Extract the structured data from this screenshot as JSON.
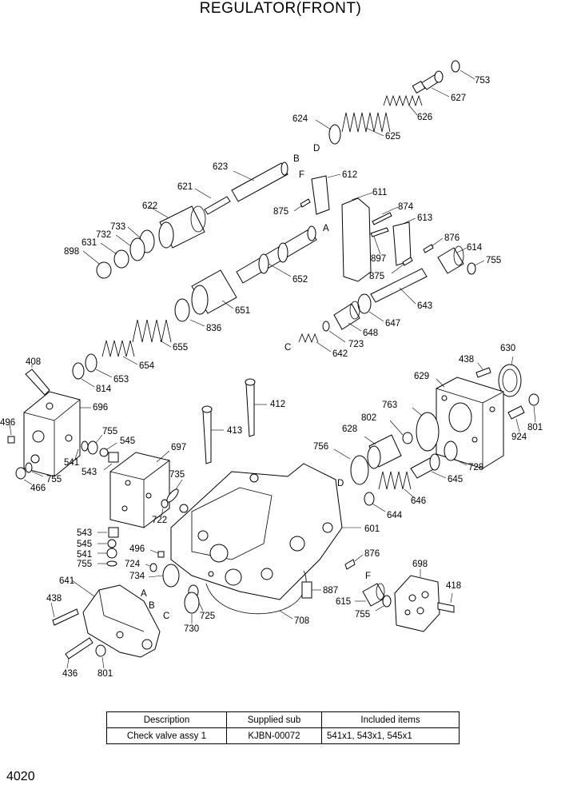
{
  "title": "REGULATOR(FRONT)",
  "page_number": "4020",
  "letter_markers": [
    "A",
    "B",
    "C",
    "D",
    "F"
  ],
  "part_labels": [
    "408",
    "412",
    "413",
    "418",
    "436",
    "438",
    "466",
    "496",
    "541",
    "543",
    "545",
    "601",
    "611",
    "612",
    "613",
    "614",
    "615",
    "621",
    "622",
    "623",
    "624",
    "625",
    "626",
    "627",
    "628",
    "629",
    "630",
    "631",
    "641",
    "642",
    "643",
    "644",
    "645",
    "646",
    "647",
    "648",
    "651",
    "652",
    "653",
    "654",
    "655",
    "696",
    "697",
    "698",
    "708",
    "722",
    "723",
    "724",
    "725",
    "728",
    "730",
    "732",
    "733",
    "734",
    "735",
    "753",
    "755",
    "756",
    "763",
    "801",
    "802",
    "814",
    "836",
    "874",
    "875",
    "876",
    "887",
    "897",
    "898",
    "924"
  ],
  "table": {
    "headers": [
      "Description",
      "Supplied sub",
      "Included items"
    ],
    "rows": [
      [
        "Check valve assy 1",
        "KJBN-00072",
        "541x1, 543x1, 545x1"
      ]
    ]
  }
}
